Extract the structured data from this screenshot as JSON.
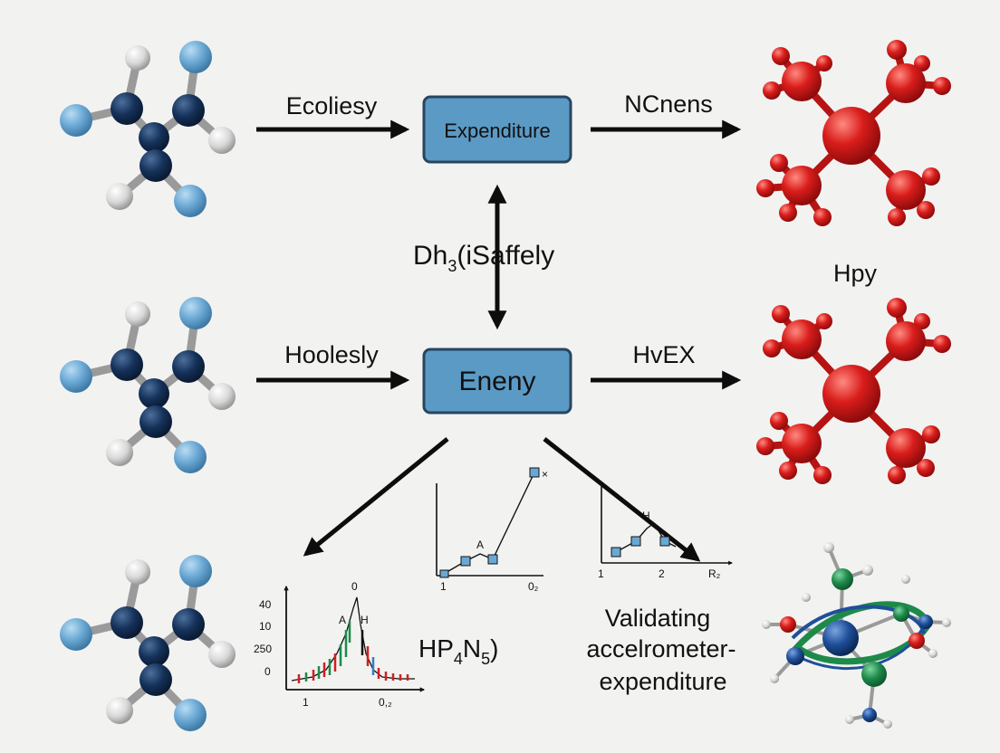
{
  "colors": {
    "background": "#f2f2f1",
    "box_fill": "#5b9ac4",
    "box_stroke": "#27455f",
    "arrow": "#0d0d0d",
    "atom_dark": "#15325a",
    "atom_light": "#6aa8d4",
    "atom_white": "#d8d8d8",
    "atom_red": "#d91d1b",
    "atom_green": "#1e8a4a"
  },
  "boxes": {
    "top": "Expenditure",
    "middle": "Eneny"
  },
  "arrows": {
    "top_left": "Ecoliesy",
    "top_right": "NCnens",
    "middle_left": "Hoolesly",
    "middle_right": "HvEX",
    "vertical_prefix": "Dh",
    "vertical_subscript": "3",
    "vertical_suffix": "(iSaffely"
  },
  "labels": {
    "right_side": "Hpy",
    "formula_base": "HP",
    "formula_sub1": "4",
    "formula_mid": "N",
    "formula_sub2": "5",
    "formula_tail": ")",
    "caption_line1": "Validating",
    "caption_line2": "accelrometer-",
    "caption_line3": "expenditure"
  },
  "charts": {
    "left": {
      "y_ticks": [
        "40",
        "10",
        "250",
        "0"
      ],
      "x_ticks": [
        "1",
        "0,₂"
      ],
      "peak_label": "0",
      "labels": [
        "A",
        "H"
      ]
    },
    "center": {
      "x_ticks": [
        "1",
        "0₂"
      ],
      "point_label": "A",
      "end_label": "×"
    },
    "right": {
      "x_ticks": [
        "1",
        "2",
        "R₂"
      ],
      "point_label": "H"
    }
  },
  "icons": [
    "molecule-icon",
    "arrow-icon",
    "line-chart-icon"
  ]
}
